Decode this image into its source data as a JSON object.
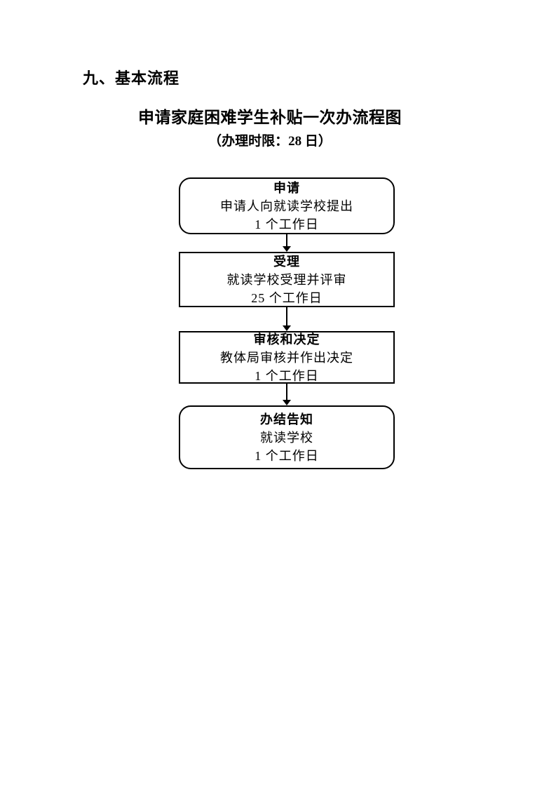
{
  "page": {
    "section_heading": "九、基本流程",
    "title": "申请家庭困难学生补贴一次办流程图",
    "subtitle": "（办理时限：28 日）"
  },
  "flowchart": {
    "arrow_direction": "down",
    "colors": {
      "border": "#000000",
      "text": "#000000",
      "page_background": "#ffffff"
    },
    "steps": [
      {
        "name": "申请",
        "detail": "申请人向就读学校提出",
        "duration": "1 个工作日",
        "shape": "rounded"
      },
      {
        "name": "受理",
        "detail": "就读学校受理并评审",
        "duration": "25 个工作日",
        "shape": "rectangle"
      },
      {
        "name": "审核和决定",
        "detail": "教体局审核并作出决定",
        "duration": "1 个工作日",
        "shape": "rectangle"
      },
      {
        "name": "办结告知",
        "detail": "就读学校",
        "duration": "1 个工作日",
        "shape": "rounded"
      }
    ]
  }
}
